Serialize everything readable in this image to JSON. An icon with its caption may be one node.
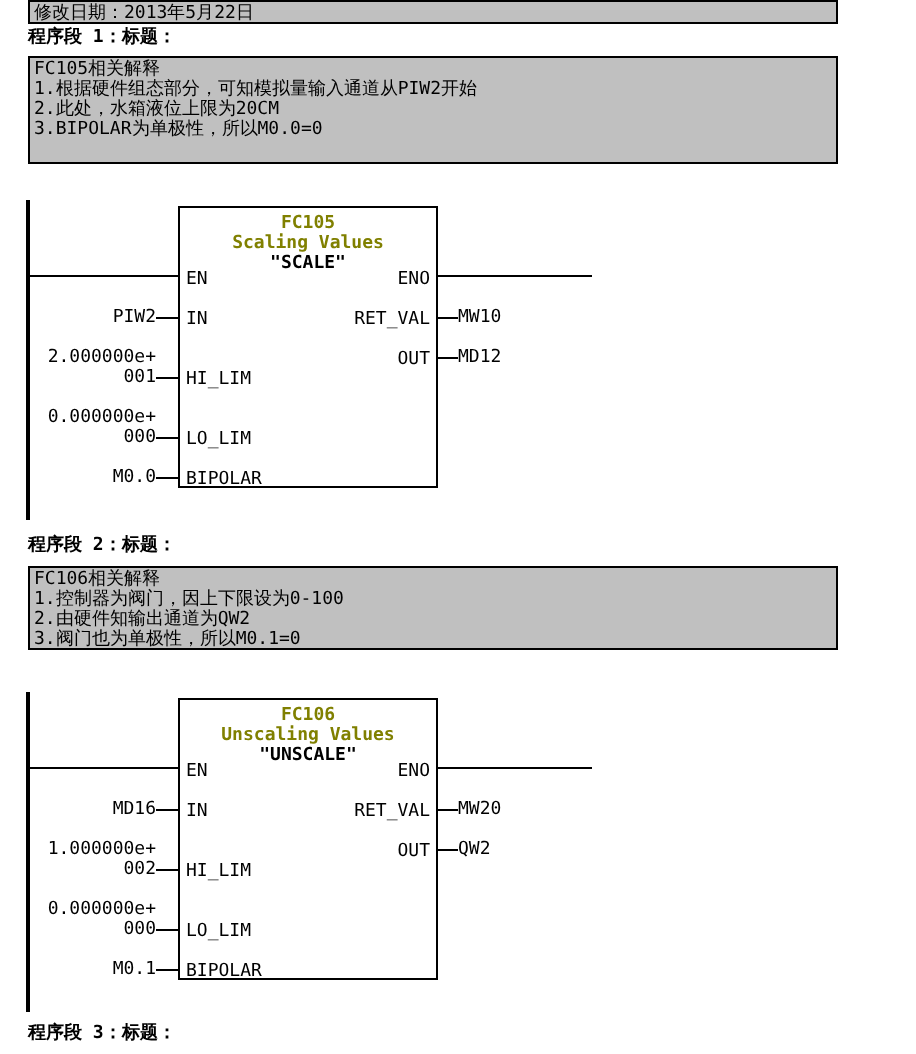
{
  "diagram": {
    "nodes": [
      {
        "text": [
          "修改日期：2013年5月22日"
        ]
      },
      {
        "text": [
          "FC105相关解释",
          "1.根据硬件组态部分，可知模拟量输入通道从PIW2开始",
          "2.此处，水箱液位上限为20CM",
          "3.BIPOLAR为单极性，所以M0.0=0"
        ]
      },
      {
        "text": [],
        "shape": "bar"
      },
      {
        "text": [
          "FC105",
          "Scaling Values",
          "\"SCALE\"",
          "EN",
          "ENO",
          "IN",
          "RET_VAL",
          "OUT",
          "HI_LIM",
          "LO_LIM",
          "BIPOLAR"
        ]
      },
      {
        "text": [
          "PIW2"
        ]
      },
      {
        "text": [
          "2.000000e+001"
        ]
      },
      {
        "text": [
          "0.000000e+000"
        ]
      },
      {
        "text": [
          "M0.0"
        ]
      },
      {
        "text": [
          "MW10"
        ]
      },
      {
        "text": [
          "MD12"
        ]
      },
      {
        "text": [
          "FC106相关解释",
          "1.控制器为阀门，因上下限设为0-100",
          "2.由硬件知输出通道为QW2",
          "3.阀门也为单极性，所以M0.1=0"
        ]
      },
      {
        "text": [],
        "shape": "bar"
      },
      {
        "text": [
          "FC106",
          "Unscaling Values",
          "\"UNSCALE\"",
          "EN",
          "ENO",
          "IN",
          "RET_VAL",
          "OUT",
          "HI_LIM",
          "LO_LIM",
          "BIPOLAR"
        ]
      },
      {
        "text": [
          "MD16"
        ]
      },
      {
        "text": [
          "1.000000e+002"
        ]
      },
      {
        "text": [
          "0.000000e+000"
        ]
      },
      {
        "text": [
          "M0.1"
        ]
      },
      {
        "text": [
          "MW20"
        ]
      },
      {
        "text": [
          "QW2"
        ]
      }
    ],
    "edges": [
      {
        "from": 2,
        "to": 3,
        "arrow": "none"
      },
      {
        "from": 3,
        "to": null,
        "arrow": "none"
      },
      {
        "from": 4,
        "to": 3,
        "arrow": "none"
      },
      {
        "from": 5,
        "to": 3,
        "arrow": "none"
      },
      {
        "from": 6,
        "to": 3,
        "arrow": "none"
      },
      {
        "from": 7,
        "to": 3,
        "arrow": "none"
      },
      {
        "from": 3,
        "to": 8,
        "arrow": "none"
      },
      {
        "from": 3,
        "to": 9,
        "arrow": "none"
      },
      {
        "from": 11,
        "to": 12,
        "arrow": "none"
      },
      {
        "from": 12,
        "to": null,
        "arrow": "none"
      },
      {
        "from": 13,
        "to": 12,
        "arrow": "none"
      },
      {
        "from": 14,
        "to": 12,
        "arrow": "none"
      },
      {
        "from": 15,
        "to": 12,
        "arrow": "none"
      },
      {
        "from": 16,
        "to": 12,
        "arrow": "none"
      },
      {
        "from": 12,
        "to": 17,
        "arrow": "none"
      },
      {
        "from": 12,
        "to": 18,
        "arrow": "none"
      }
    ],
    "labels": [
      "程序段 1：标题：",
      "程序段 2：标题：",
      "程序段 3：标题："
    ]
  }
}
